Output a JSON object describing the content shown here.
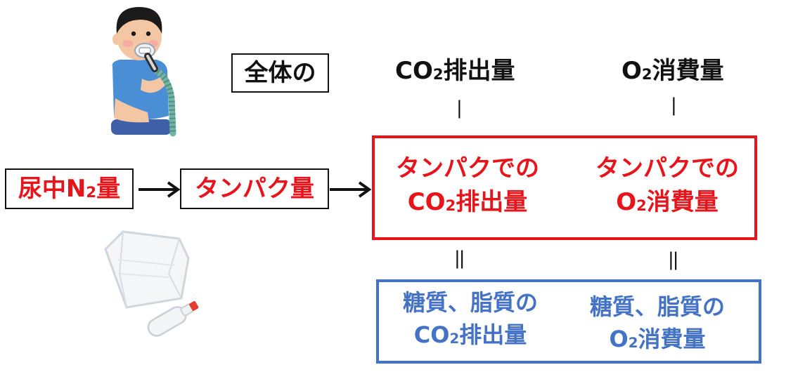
{
  "header": {
    "total_label": "全体の",
    "co2_label_prefix": "CO",
    "co2_label_sub": "2",
    "co2_label_suffix": "排出量",
    "o2_label_prefix": "O",
    "o2_label_sub": "2",
    "o2_label_suffix": "消費量"
  },
  "left": {
    "urine_n2_prefix": "尿中N",
    "urine_n2_sub": "2",
    "urine_n2_suffix": "量",
    "protein_amount": "タンパク量"
  },
  "connectors": {
    "vertical_bar": "|",
    "equals_bar": "||"
  },
  "protein_box": {
    "co2_line1": "タンパクでの",
    "co2_line2_prefix": "CO",
    "co2_line2_sub": "2",
    "co2_line2_suffix": "排出量",
    "o2_line1": "タンパクでの",
    "o2_line2_prefix": "O",
    "o2_line2_sub": "2",
    "o2_line2_suffix": "消費量"
  },
  "carb_fat_box": {
    "co2_line1": "糖質、脂質の",
    "co2_line2_prefix": "CO",
    "co2_line2_sub": "2",
    "co2_line2_suffix": "排出量",
    "o2_line1": "糖質、脂質の",
    "o2_line2_prefix": "O",
    "o2_line2_sub": "2",
    "o2_line2_suffix": "消費量"
  },
  "colors": {
    "red": "#e8141c",
    "blue": "#4472c4",
    "black": "#111111"
  },
  "icons": {
    "person": "person-breathing-mask-icon",
    "urine_collection": "urine-collection-container-icon"
  }
}
